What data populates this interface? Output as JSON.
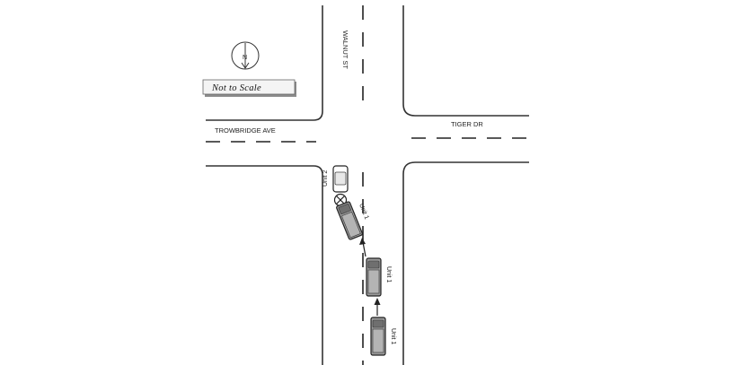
{
  "streets": {
    "north_south": "WALNUT ST",
    "west": "TROWBRIDGE AVE",
    "east": "TIGER DR"
  },
  "north_arrow": {
    "letter": "N"
  },
  "scale_note": "Not to Scale",
  "vehicles": {
    "unit2_label": "Unit 2",
    "unit1_impact_label": "Unit 1",
    "unit1_mid_label": "Unit 1",
    "unit1_start_label": "Unit 1"
  },
  "colors": {
    "vehicle_body": "#9a9a9a",
    "vehicle_roof": "#6f6f6f",
    "unit2_body": "#ffffff",
    "line": "#333333"
  }
}
